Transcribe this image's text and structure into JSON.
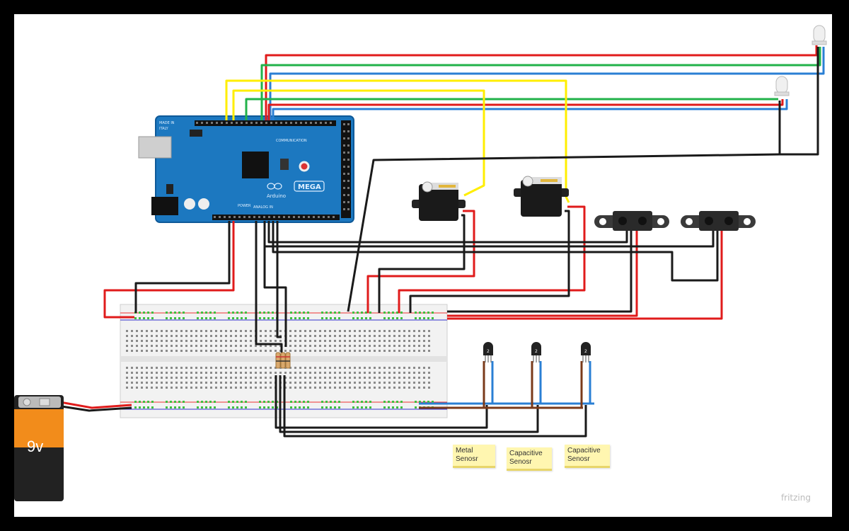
{
  "battery": {
    "label": "9v"
  },
  "arduino": {
    "brand": "Arduino",
    "model": "MEGA",
    "made_in_1": "MADE IN",
    "made_in_2": "ITALY",
    "comm": "COMMUNICATION",
    "power": "POWER",
    "analog": "ANALOG IN"
  },
  "sensor_labels": [
    {
      "line1": "Metal",
      "line2": "Senosr"
    },
    {
      "line1": "Capacitive",
      "line2": "Senosr"
    },
    {
      "line1": "Capacitive",
      "line2": "Senosr"
    }
  ],
  "transistor_labels": [
    "2",
    "2",
    "2"
  ],
  "watermark": "fritzing",
  "colors": {
    "red": "#e01b1b",
    "black": "#1a1a1a",
    "green": "#22b24a",
    "blue": "#2a7fd4",
    "yellow": "#ffee00",
    "brown": "#7a3a1a",
    "board": "#1c78c0"
  }
}
